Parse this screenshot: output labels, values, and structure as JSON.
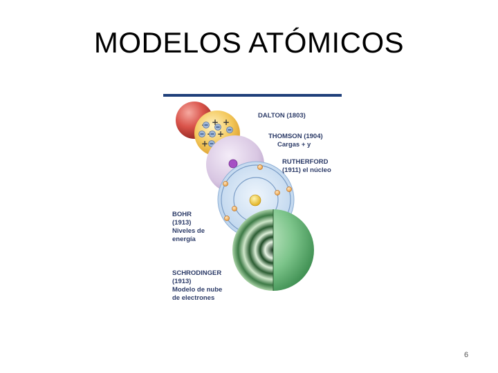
{
  "slide": {
    "title": "MODELOS ATÓMICOS",
    "page_number": "6"
  },
  "figure": {
    "dalton": {
      "line1": "DALTON (1803)"
    },
    "thomson": {
      "line1": "THOMSON (1904)",
      "line2": "Cargas + y"
    },
    "rutherford": {
      "line1": "RUTHERFORD",
      "line2": "(1911) el núcleo"
    },
    "bohr": {
      "line1": "BOHR",
      "line2": "(1913)",
      "line3": "Niveles de",
      "line4": "energía"
    },
    "schrodinger": {
      "line1": "SCHRODINGER",
      "line2": "(1913)",
      "line3": "Modelo de nube",
      "line4": "de electrones"
    },
    "colors": {
      "top_rule": "#1f3f7a",
      "dalton_sphere": "#d9534a",
      "thomson_sphere": "#f3c75a",
      "rutherford_sphere": "#d8c6e2",
      "bohr_disc": "#cfe0f2",
      "schrodinger_sphere": "#4a9a5e",
      "label_text": "#2b3a67"
    }
  }
}
